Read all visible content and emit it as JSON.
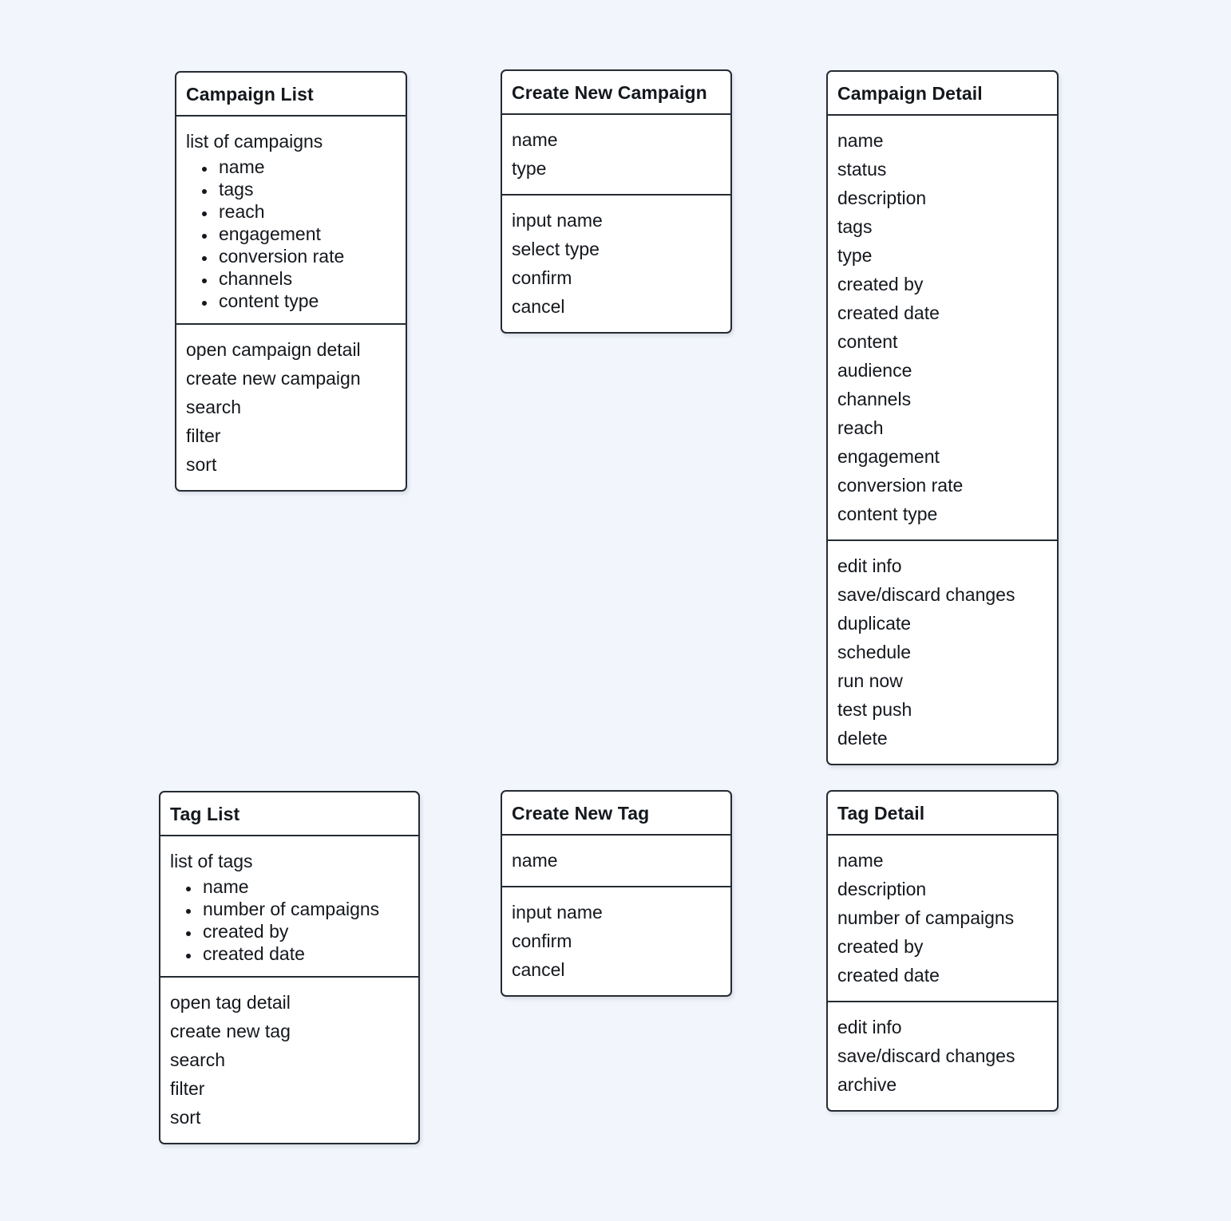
{
  "background_color": "#f2f5fc",
  "border_color": "#252b33",
  "card_color": "#ffffff",
  "cards": {
    "campaign_list": {
      "title": "Campaign List",
      "data_heading": "list of campaigns",
      "fields": [
        "name",
        "tags",
        "reach",
        "engagement",
        "conversion rate",
        "channels",
        "content type"
      ],
      "actions": [
        "open campaign detail",
        "create new campaign",
        "search",
        "filter",
        "sort"
      ]
    },
    "create_new_campaign": {
      "title": "Create New Campaign",
      "fields": [
        "name",
        "type"
      ],
      "actions": [
        "input name",
        "select type",
        "confirm",
        "cancel"
      ]
    },
    "campaign_detail": {
      "title": "Campaign Detail",
      "fields": [
        "name",
        "status",
        "description",
        "tags",
        "type",
        "created by",
        "created date",
        "content",
        "audience",
        "channels",
        "reach",
        "engagement",
        "conversion rate",
        "content type"
      ],
      "actions": [
        "edit info",
        "save/discard changes",
        "duplicate",
        "schedule",
        "run now",
        "test push",
        "delete"
      ]
    },
    "tag_list": {
      "title": "Tag List",
      "data_heading": "list of tags",
      "fields": [
        "name",
        "number of campaigns",
        "created by",
        "created date"
      ],
      "actions": [
        "open tag detail",
        "create new tag",
        "search",
        "filter",
        "sort"
      ]
    },
    "create_new_tag": {
      "title": "Create New Tag",
      "fields": [
        "name"
      ],
      "actions": [
        "input name",
        "confirm",
        "cancel"
      ]
    },
    "tag_detail": {
      "title": "Tag Detail",
      "fields": [
        "name",
        "description",
        "number of campaigns",
        "created by",
        "created date"
      ],
      "actions": [
        "edit info",
        "save/discard changes",
        "archive"
      ]
    }
  }
}
